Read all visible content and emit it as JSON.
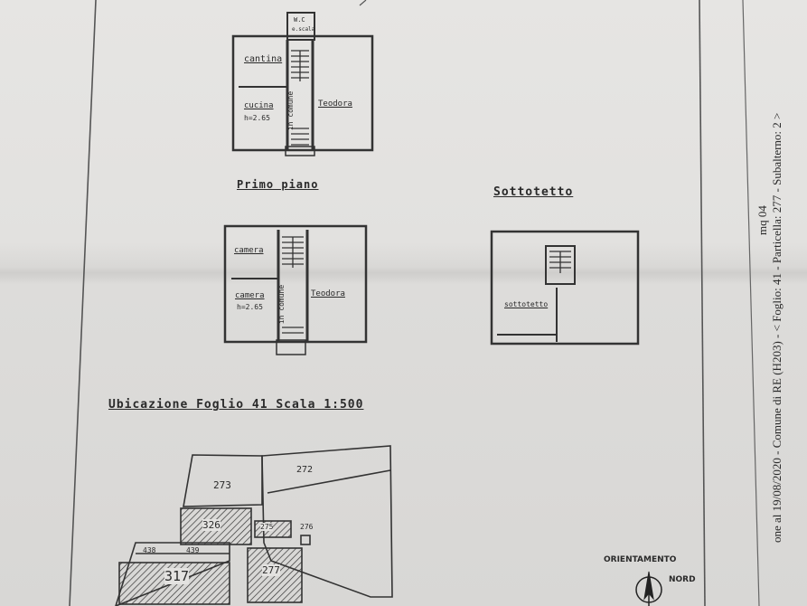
{
  "ground_floor": {
    "wc": "W.C",
    "wc_sub": "e.scala",
    "cantina": "cantina",
    "cucina": "cucina",
    "cucina_h": "h=2.65",
    "corridor": "in comune",
    "teodora": "Teodora"
  },
  "first_floor": {
    "title": "Primo piano",
    "camera_top": "camera",
    "camera_bottom": "camera",
    "camera_h": "h=2.65",
    "corridor": "in comune",
    "teodora": "Teodora"
  },
  "attic": {
    "title": "Sottotetto",
    "room": "sottotetto"
  },
  "location": {
    "title": "Ubicazione Foglio 41 Scala 1:500",
    "parcels": [
      "273",
      "272",
      "326",
      "275",
      "276",
      "438",
      "439",
      "317",
      "277"
    ]
  },
  "orientation": {
    "label": "ORIENTAMENTO",
    "north": "NORD"
  },
  "side_text": {
    "main": "one al 19/08/2020 - Comune di RE (H203) - < Foglio: 41 - Particella: 277 - Subalterno: 2 >",
    "small": "mq 04"
  }
}
